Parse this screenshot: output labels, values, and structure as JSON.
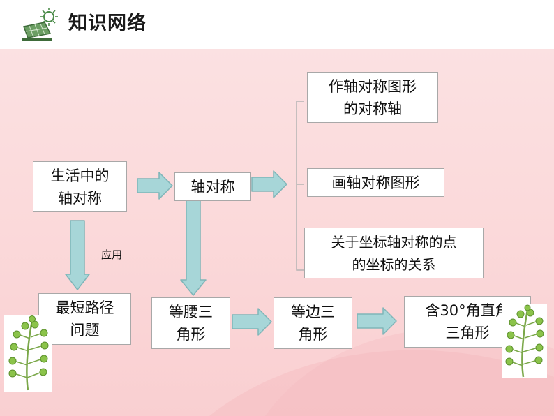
{
  "header": {
    "title": "知识网络"
  },
  "nodes": {
    "daily_life": "生活中的\n轴对称",
    "axial_symmetry": "轴对称",
    "draw_axis": "作轴对称图形\n的对称轴",
    "draw_figure": "画轴对称图形",
    "coordinates": "关于坐标轴对称的点\n的坐标的关系",
    "shortest_path": "最短路径\n问题",
    "isosceles": "等腰三\n角形",
    "equilateral": "等边三\n角形",
    "right_30": "含30°角直角\n三角形"
  },
  "labels": {
    "apply": "应用"
  },
  "colors": {
    "arrow_fill": "#a7d6d8",
    "arrow_stroke": "#7fb5b8",
    "box_border": "#a8a8a8"
  }
}
